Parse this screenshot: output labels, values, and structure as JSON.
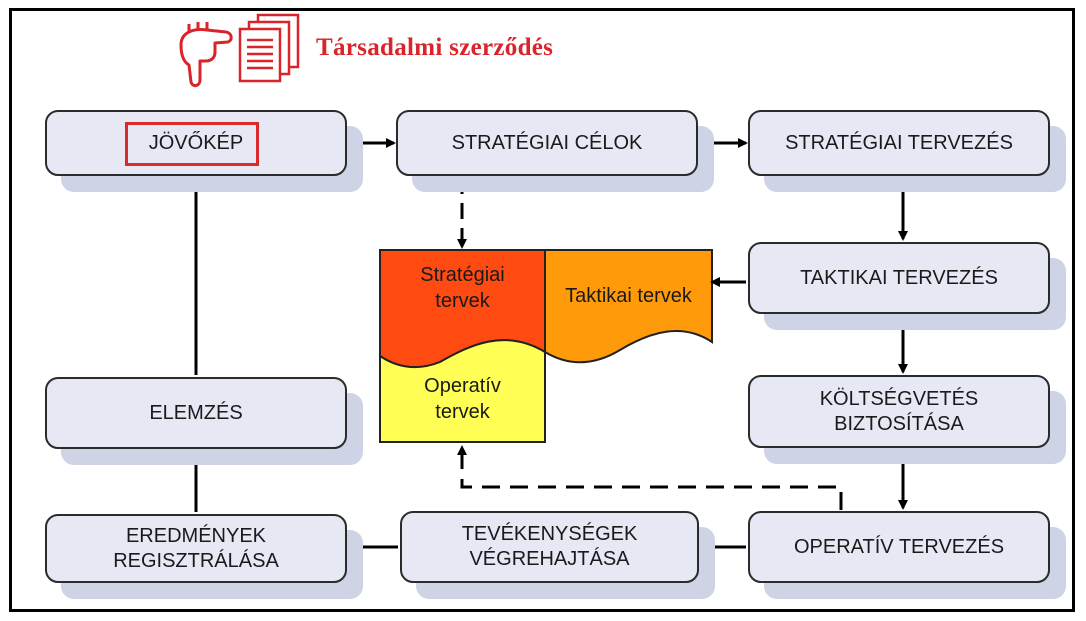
{
  "title": "Társadalmi szerződés",
  "icons": [
    "pointing-hand-icon",
    "documents-icon"
  ],
  "colors": {
    "title": "#d9242b",
    "box_fill": "#e6e9f4",
    "box_shadow": "#cfd3e6",
    "highlight_frame": "#d82b2b",
    "strategic_plans": "#ff4a12",
    "tactical_plans": "#ff9a0a",
    "operative_plans": "#ffff55"
  },
  "nodes": {
    "jovokep": "JÖVŐKÉP",
    "strategiai_celok": "STRATÉGIAI CÉLOK",
    "strategiai_tervezes": "STRATÉGIAI TERVEZÉS",
    "taktikai_tervezes": "TAKTIKAI TERVEZÉS",
    "koltsegvetes": "KÖLTSÉGVETÉS\nBIZTOSÍTÁSA",
    "operativ_tervezes": "OPERATÍV TERVEZÉS",
    "tevekenysegek": "TEVÉKENYSÉGEK\nVÉGREHAJTÁSA",
    "eredmenyek": "EREDMÉNYEK\nREGISZTRÁLÁSA",
    "elemzes": "ELEMZÉS"
  },
  "plans": {
    "strategiai": "Stratégiai\ntervek",
    "taktikai": "Taktikai tervek",
    "operativ": "Operatív\ntervek"
  }
}
